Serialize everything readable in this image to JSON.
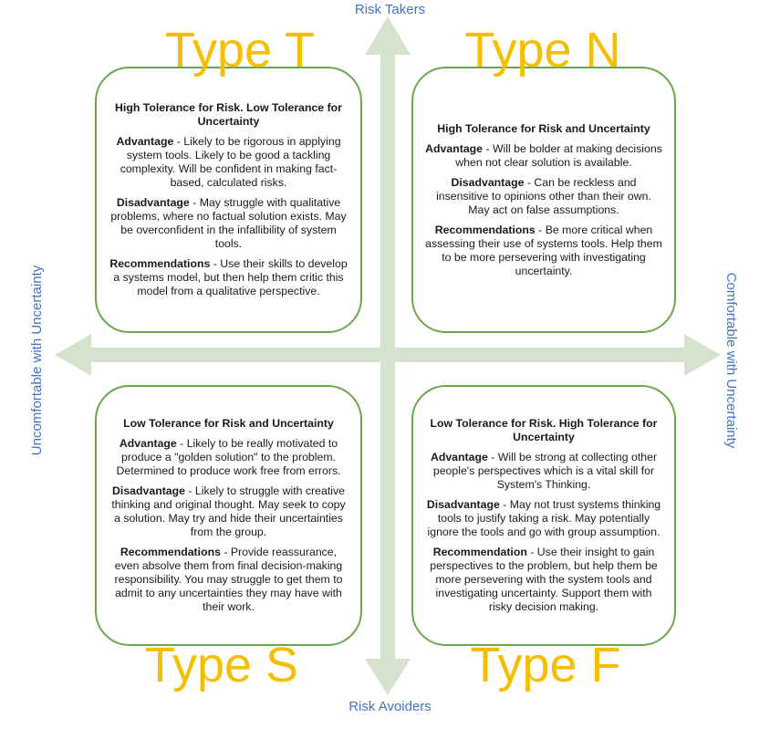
{
  "axes": {
    "top": "Risk Takers",
    "bottom": "Risk Avoiders",
    "left": "Uncomfortable with Uncertainty",
    "right": "Comfortable with Uncertainty"
  },
  "colors": {
    "arrow": "#d5e3ce",
    "box_border": "#6aa84f",
    "type_title": "#f5bf00",
    "axis_label": "#4472c4"
  },
  "quadrants": {
    "t": {
      "title": "Type T",
      "heading": "High Tolerance for Risk. Low Tolerance for Uncertainty",
      "advantage_label": "Advantage",
      "advantage": " - Likely to be rigorous in applying system tools.  Likely to be good a tackling complexity.  Will be confident in making fact-based, calculated risks.",
      "disadvantage_label": "Disadvantage",
      "disadvantage": " - May struggle with qualitative problems, where no factual solution exists.  May be overconfident in the infallibility of system tools.",
      "recommendation_label": "Recommendations",
      "recommendation": " - Use their skills to develop a systems model, but then help them critic this model from a qualitative perspective."
    },
    "n": {
      "title": "Type N",
      "heading": "High Tolerance for Risk and Uncertainty",
      "advantage_label": "Advantage",
      "advantage": " - Will be bolder at making decisions when not clear solution is available.",
      "disadvantage_label": "Disadvantage",
      "disadvantage": " - Can be reckless and insensitive to opinions other than their own.  May act on false assumptions.",
      "recommendation_label": "Recommendations",
      "recommendation": " - Be more critical when assessing their use of systems tools.  Help them to be more persevering with investigating uncertainty."
    },
    "s": {
      "title": "Type S",
      "heading": "Low Tolerance for Risk and Uncertainty",
      "advantage_label": "Advantage",
      "advantage": " - Likely to be really motivated to produce a \"golden solution\" to the problem.  Determined to produce work free from errors.",
      "disadvantage_label": "Disadvantage",
      "disadvantage": " - Likely to struggle with creative thinking and original thought.  May seek to copy a solution.  May try and hide their uncertainties from the group.",
      "recommendation_label": "Recommendations",
      "recommendation": " - Provide reassurance, even absolve them from final decision-making responsibility.  You may struggle to get them to admit to any uncertainties they may have with their work."
    },
    "f": {
      "title": "Type F",
      "heading": "Low Tolerance for Risk.  High Tolerance for Uncertainty",
      "advantage_label": "Advantage",
      "advantage": " - Will be strong at collecting other people's perspectives which is a vital skill for System's Thinking.",
      "disadvantage_label": "Disadvantage",
      "disadvantage": " - May not trust systems thinking tools to justify taking a risk.  May potentially ignore the tools and go with group assumption.",
      "recommendation_label": "Recommendation",
      "recommendation": " - Use their insight to gain perspectives to the problem, but help them be more persevering with the system tools and investigating uncertainty.  Support them with risky decision making."
    }
  }
}
